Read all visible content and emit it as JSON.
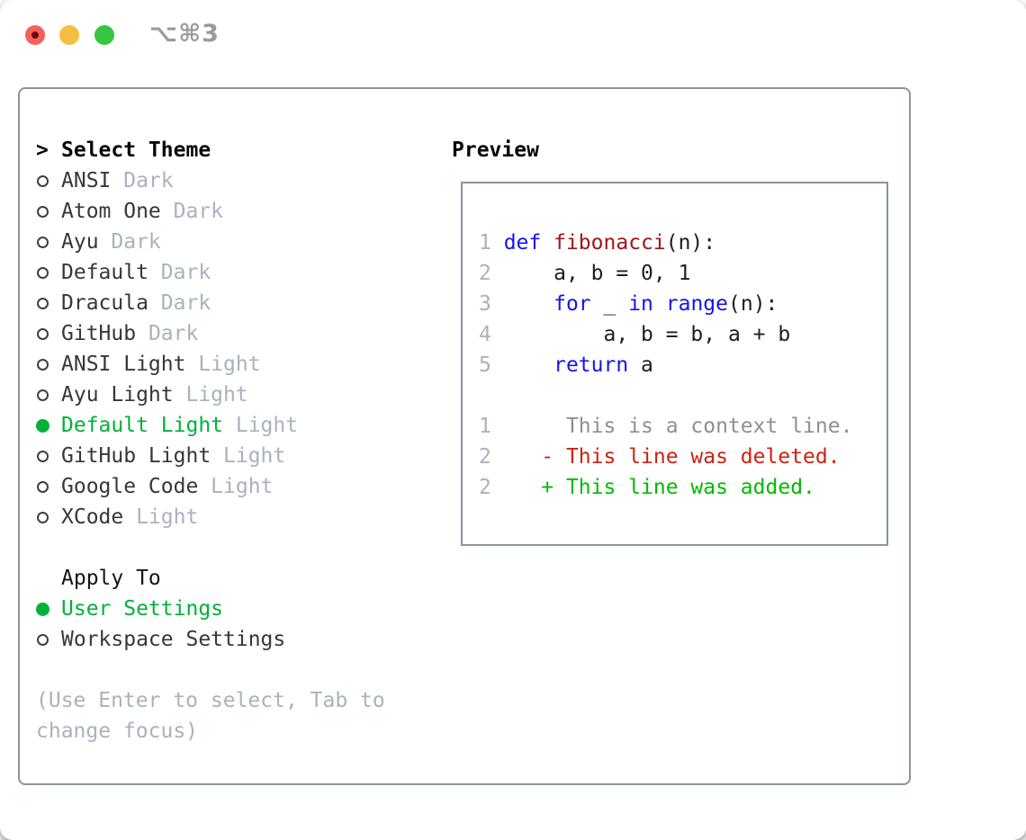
{
  "titlebar": {
    "shortcut": "⌥⌘3",
    "traffic_lights": [
      "close",
      "minimize",
      "zoom"
    ]
  },
  "colors": {
    "accent_green": "#00b23a",
    "keyword_blue": "#1414ee",
    "function_red": "#a31515",
    "deleted_red": "#cc2211",
    "added_green": "#00bb00",
    "muted_gray": "#a9b2bd",
    "border_gray": "#8a94a0"
  },
  "theme_list": {
    "title": "Select Theme",
    "cursor": ">",
    "radio_unselected": "radio",
    "radio_selected": "radio-filled",
    "items": [
      {
        "name": "ANSI",
        "variant": "Dark",
        "selected": false
      },
      {
        "name": "Atom One",
        "variant": "Dark",
        "selected": false
      },
      {
        "name": "Ayu",
        "variant": "Dark",
        "selected": false
      },
      {
        "name": "Default",
        "variant": "Dark",
        "selected": false
      },
      {
        "name": "Dracula",
        "variant": "Dark",
        "selected": false
      },
      {
        "name": "GitHub",
        "variant": "Dark",
        "selected": false
      },
      {
        "name": "ANSI Light",
        "variant": "Light",
        "selected": false
      },
      {
        "name": "Ayu Light",
        "variant": "Light",
        "selected": false
      },
      {
        "name": "Default Light",
        "variant": "Light",
        "selected": true
      },
      {
        "name": "GitHub Light",
        "variant": "Light",
        "selected": false
      },
      {
        "name": "Google Code",
        "variant": "Light",
        "selected": false
      },
      {
        "name": "XCode",
        "variant": "Light",
        "selected": false
      }
    ]
  },
  "apply_to": {
    "title": "Apply To",
    "options": [
      {
        "label": "User Settings",
        "selected": true
      },
      {
        "label": "Workspace Settings",
        "selected": false
      }
    ]
  },
  "hint": {
    "line1": "(Use Enter to select, Tab to",
    "line2": "change focus)"
  },
  "preview": {
    "title": "Preview",
    "code_lines": [
      {
        "tokens": [
          {
            "c": "num",
            "t": "1 "
          },
          {
            "c": "kw",
            "t": "def"
          },
          {
            "c": "pl",
            "t": " "
          },
          {
            "c": "fn",
            "t": "fibonacci"
          },
          {
            "c": "pl",
            "t": "(n):"
          }
        ]
      },
      {
        "tokens": [
          {
            "c": "num",
            "t": "2 "
          },
          {
            "c": "pl",
            "t": "    a, b = 0, 1"
          }
        ]
      },
      {
        "tokens": [
          {
            "c": "num",
            "t": "3 "
          },
          {
            "c": "pl",
            "t": "    "
          },
          {
            "c": "kw",
            "t": "for"
          },
          {
            "c": "pl",
            "t": " _ "
          },
          {
            "c": "kw",
            "t": "in"
          },
          {
            "c": "pl",
            "t": " "
          },
          {
            "c": "kw",
            "t": "range"
          },
          {
            "c": "pl",
            "t": "(n):"
          }
        ]
      },
      {
        "tokens": [
          {
            "c": "num",
            "t": "4 "
          },
          {
            "c": "pl",
            "t": "        a, b = b, a + b"
          }
        ]
      },
      {
        "tokens": [
          {
            "c": "num",
            "t": "5 "
          },
          {
            "c": "pl",
            "t": "    "
          },
          {
            "c": "kw",
            "t": "return"
          },
          {
            "c": "pl",
            "t": " a"
          }
        ]
      },
      {
        "tokens": []
      },
      {
        "tokens": [
          {
            "c": "num",
            "t": "1 "
          },
          {
            "c": "ctx",
            "t": "     This is a context line."
          }
        ]
      },
      {
        "tokens": [
          {
            "c": "num",
            "t": "2 "
          },
          {
            "c": "del",
            "t": "   - This line was deleted."
          }
        ]
      },
      {
        "tokens": [
          {
            "c": "num",
            "t": "2 "
          },
          {
            "c": "add",
            "t": "   + This line was added."
          }
        ]
      }
    ]
  }
}
